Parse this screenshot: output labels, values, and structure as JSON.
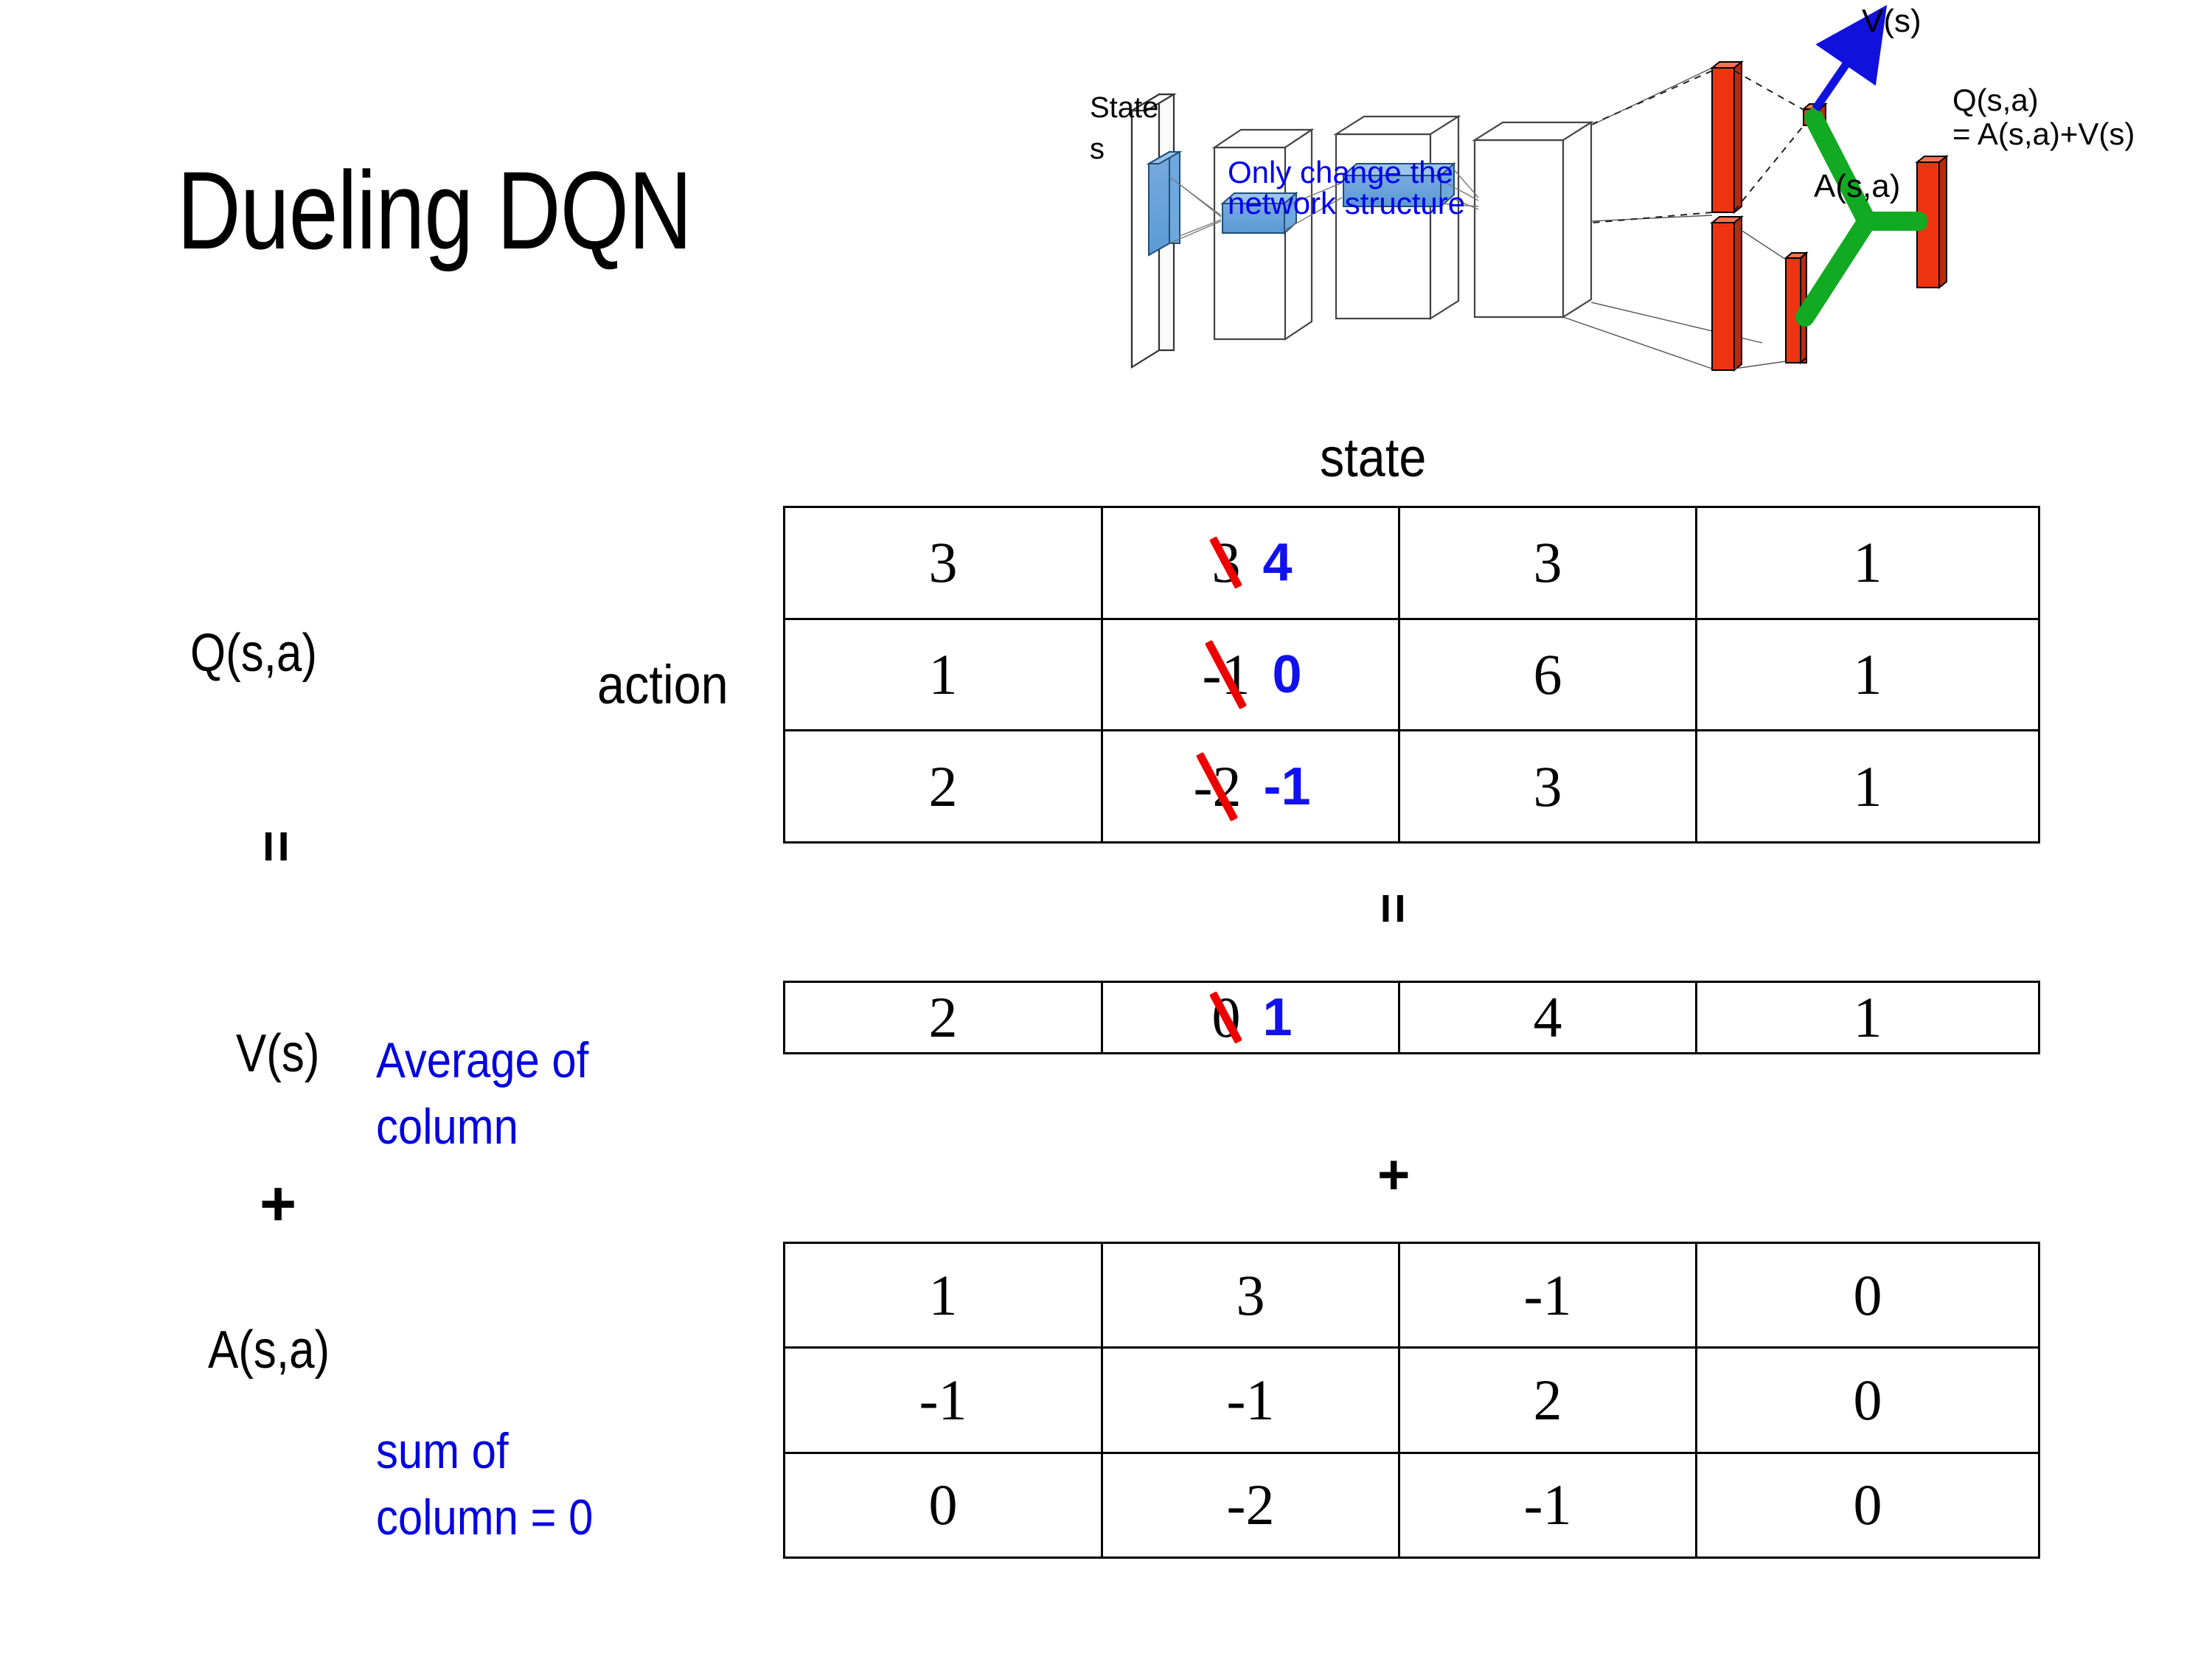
{
  "slide": {
    "title": "Dueling DQN"
  },
  "diagram": {
    "state_label": "State",
    "state_sub": "s",
    "note_line1": "Only change the",
    "note_line2": "network structure",
    "v_label": "V(s)",
    "a_label": "A(s,a)",
    "q_label_line1": "Q(s,a)",
    "q_label_line2": "= A(s,a)+V(s)",
    "colors": {
      "blue_text": "#0000ee",
      "red_bar": "#ee3311",
      "green_link": "#11aa22",
      "blue_arrow": "#1111dd",
      "blue_block": "#5b9bd5"
    }
  },
  "labels": {
    "state_axis": "state",
    "action_axis": "action",
    "q_label": "Q(s,a)",
    "v_label": "V(s)",
    "a_label": "A(s,a)",
    "equals_left": "=",
    "plus_left": "+",
    "equals_mid": "=",
    "plus_mid": "+",
    "note_v_line1": "Average of",
    "note_v_line2": "column",
    "note_a_line1": "sum of",
    "note_a_line2": "column = 0",
    "note_color": "#0000e0"
  },
  "chart_data": {
    "type": "table",
    "title": "Dueling DQN  Q(s,a) = V(s) + A(s,a)",
    "tables": [
      {
        "name": "Q(s,a)",
        "row_axis": "action",
        "col_axis": "state",
        "rows": 3,
        "cols": 4,
        "values": [
          [
            3,
            3,
            3,
            1
          ],
          [
            1,
            -1,
            6,
            1
          ],
          [
            2,
            -2,
            3,
            1
          ]
        ],
        "edits": [
          {
            "row": 0,
            "col": 1,
            "old": "3",
            "new": "4",
            "struck": true
          },
          {
            "row": 1,
            "col": 1,
            "old": "-1",
            "new": "0",
            "struck": true
          },
          {
            "row": 2,
            "col": 1,
            "old": "-2",
            "new": "-1",
            "struck": true
          }
        ]
      },
      {
        "name": "V(s)",
        "rows": 1,
        "cols": 4,
        "values": [
          [
            2,
            0,
            4,
            1
          ]
        ],
        "edits": [
          {
            "row": 0,
            "col": 1,
            "old": "0",
            "new": "1",
            "struck": true
          }
        ],
        "constraint": "Average of column"
      },
      {
        "name": "A(s,a)",
        "rows": 3,
        "cols": 4,
        "values": [
          [
            1,
            3,
            -1,
            0
          ],
          [
            -1,
            -1,
            2,
            0
          ],
          [
            0,
            -2,
            -1,
            0
          ]
        ],
        "edits": [],
        "constraint": "sum of column = 0"
      }
    ],
    "relation": "Q(s,a) = V(s) + A(s,a)",
    "edit_color": "#1111ee",
    "strike_color": "#ee0000"
  }
}
